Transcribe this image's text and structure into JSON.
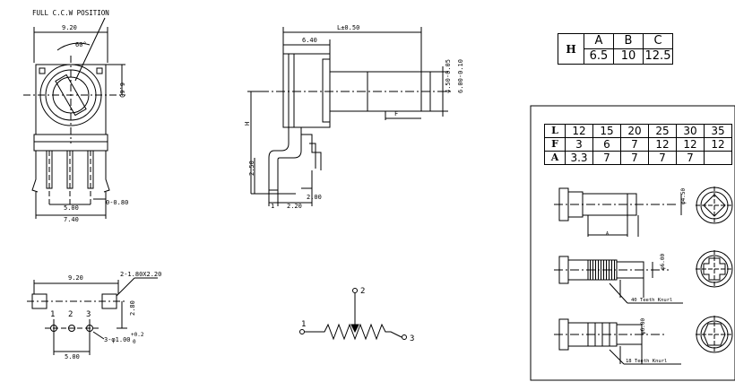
{
  "front_view": {
    "title": "FULL C.C.W POSITION",
    "width_dim": "9.20",
    "angle": "60°",
    "height_dim": "6.60",
    "pin_pitch": "5.00",
    "pin_span": "7.40",
    "pin_thickness": "0-0.80"
  },
  "side_view": {
    "length_label": "L±0.50",
    "body_depth": "6.40",
    "shaft_dia1": "4.50-0.05",
    "shaft_dia2": "6.00-0.10",
    "knurl_label": "F",
    "height_label": "H",
    "lead_height": "2.50",
    "lead_offset": "2.00",
    "lead_width": "2.20",
    "lead_pitch": "1"
  },
  "hole_pattern": {
    "width_dim": "9.20",
    "slot_label": "2-1.80X2.20",
    "height_dim": "2.80",
    "pitch": "5.00",
    "hole_label_main": "3-φ1.00",
    "hole_label_tol": "+0.2",
    "hole_label_tol2": "0",
    "pins": [
      "1",
      "2",
      "3"
    ]
  },
  "schematic": {
    "terminals": [
      "1",
      "2",
      "3"
    ]
  },
  "table_h": {
    "row_header": "H",
    "columns": [
      "A",
      "B",
      "C"
    ],
    "values": [
      "6.5",
      "10",
      "12.5"
    ]
  },
  "table_l": {
    "rows": [
      {
        "label": "L",
        "values": [
          "12",
          "15",
          "20",
          "25",
          "30",
          "35"
        ]
      },
      {
        "label": "F",
        "values": [
          "3",
          "6",
          "7",
          "12",
          "12",
          "12"
        ]
      },
      {
        "label": "A",
        "values": [
          "3.3",
          "7",
          "7",
          "7",
          "7",
          ""
        ]
      }
    ]
  },
  "shafts": {
    "plain_dim": "φ4.50",
    "knurl_dim": "φ6.00",
    "label_40": "40 Teeth Knurl",
    "label_18": "18 Teeth Knurl",
    "small_a": "A"
  }
}
